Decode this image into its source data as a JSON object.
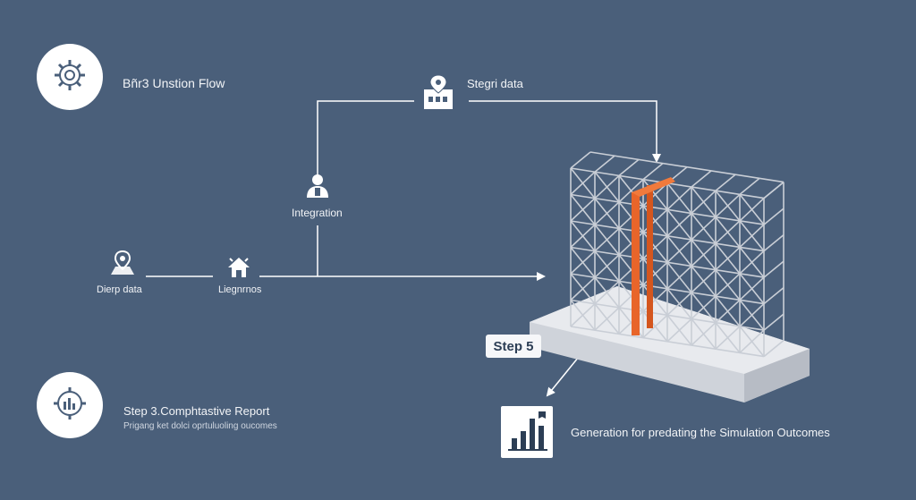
{
  "header": {
    "top_left_label": "Bñr3 Unstion Flow",
    "top_middle_label": "Stegri data"
  },
  "nodes": {
    "integration": "Integration",
    "diepp_data": "Dierp data",
    "liegnrnos": "Liegnrnos"
  },
  "report": {
    "title": "Step 3.Comphtastive Report",
    "subtitle": "Prigang ket dolci oprtuluoling oucomes"
  },
  "callouts": {
    "step5": "Step 5",
    "generation": "Generation for predating the Simulation Outcomes"
  },
  "icons": {
    "gear": "gear-icon",
    "building_pin": "building-pin-icon",
    "person": "person-icon",
    "map_pin": "map-pin-icon",
    "home_star": "home-star-icon",
    "report_gear": "report-gear-icon",
    "bar_chart": "bar-chart-icon"
  },
  "colors": {
    "background": "#4a5f7a",
    "line": "#ffffff",
    "scaffold": "#c9ced6",
    "accent": "#e8652a"
  }
}
